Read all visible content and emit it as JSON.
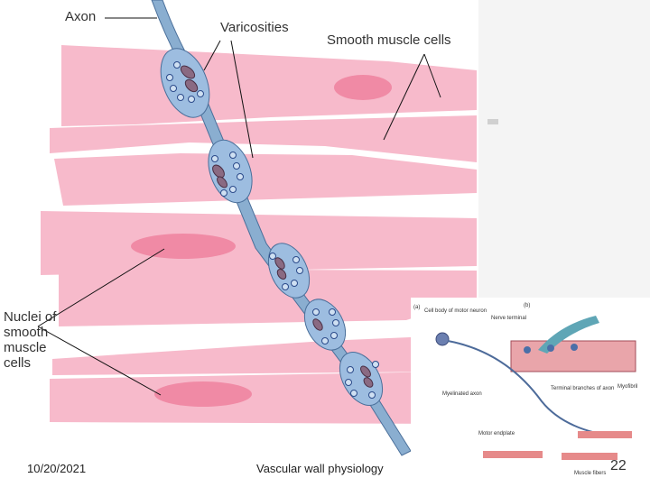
{
  "labels": {
    "axon": "Axon",
    "varicosities": "Varicosities",
    "smooth_muscle": "Smooth muscle cells",
    "nuclei": "Nuclei of smooth muscle cells"
  },
  "inset": {
    "panel_a": "(a)",
    "panel_b": "(b)",
    "cell_body": "Cell body of motor neuron",
    "nerve_terminal": "Nerve terminal",
    "myelinated_axon": "Myelinated axon",
    "terminal_branches": "Terminal branches of axon",
    "myofibril": "Myofibril",
    "motor_endplate": "Motor endplate",
    "muscle_fibers": "Muscle fibers"
  },
  "footer": {
    "date": "10/20/2021",
    "title": "Vascular wall physiology",
    "page": "22"
  },
  "colors": {
    "muscle": "#f7bacb",
    "nucleus": "#f08aa5",
    "axon": "#8aaed0",
    "varicosity": "#9dbde0",
    "vesicle_outline": "#2b4a8a",
    "mitochondria": "#8a6a82"
  }
}
